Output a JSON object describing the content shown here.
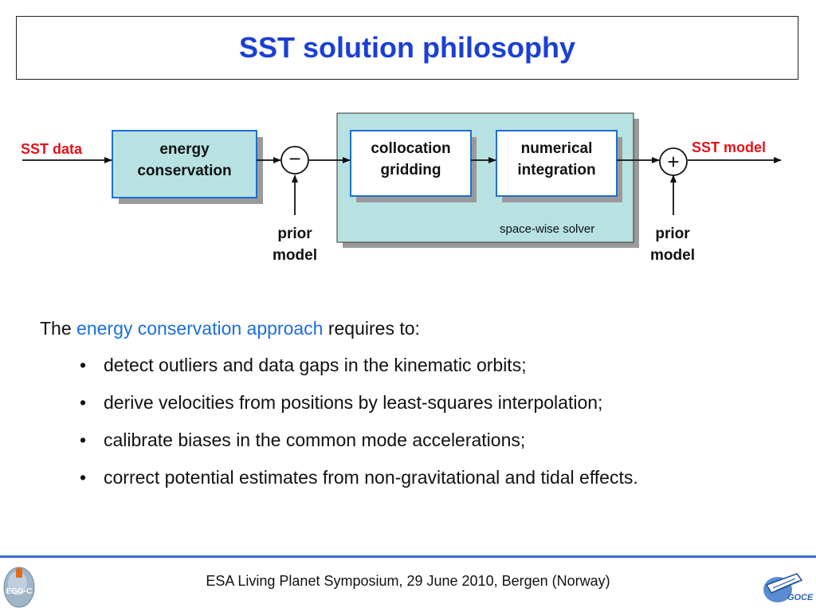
{
  "title": "SST solution philosophy",
  "diagram": {
    "input_label": "SST data",
    "output_label": "SST model",
    "blocks": {
      "energy": [
        "energy",
        "conservation"
      ],
      "collocation": [
        "collocation",
        "gridding"
      ],
      "integration": [
        "numerical",
        "integration"
      ]
    },
    "solver_caption": "space-wise solver",
    "junctions": {
      "subtract": "−",
      "add": "+"
    },
    "prior_model_left": [
      "prior",
      "model"
    ],
    "prior_model_right": [
      "prior",
      "model"
    ]
  },
  "body": {
    "intro_prefix": "The",
    "intro_highlight": "energy conservation approach",
    "intro_suffix": "requires to:",
    "bullet_symbol": "•",
    "bullets": [
      "detect outliers and data gaps in the kinematic orbits;",
      "derive velocities from positions by least-squares interpolation;",
      "calibrate biases in the common mode accelerations;",
      "correct potential estimates from non-gravitational and tidal effects."
    ]
  },
  "footer": {
    "text": "ESA Living Planet Symposium, 29 June 2010, Bergen (Norway)",
    "logo_left_text": "EGG-C",
    "logo_right_text": "GOCE"
  },
  "colors": {
    "title": "#1a3fd6",
    "accent": "#1a6ee0",
    "label_red": "#e3131b",
    "block_fill": "#b8e2e2",
    "block_border": "#1f6fd0",
    "shadow": "#9a9a9a",
    "footer_line": "#3b6fd4"
  }
}
